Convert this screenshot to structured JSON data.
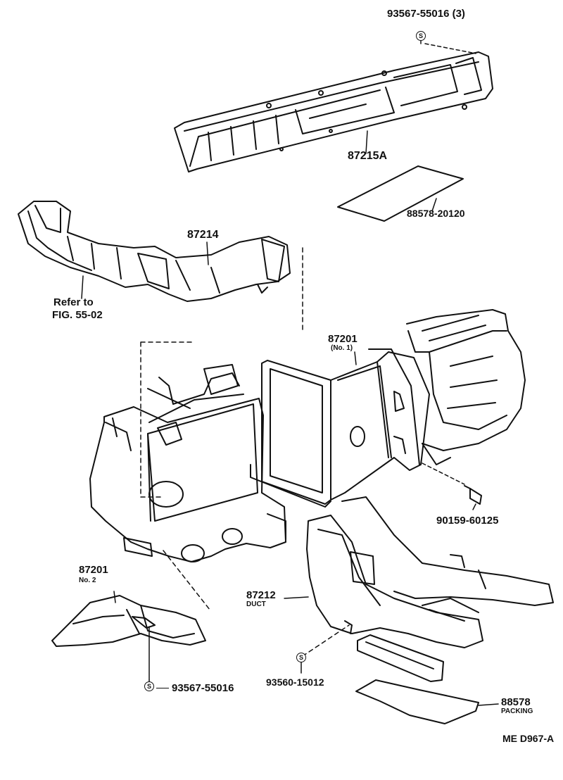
{
  "parts": {
    "top_screw": {
      "number": "93567-55016 (3)",
      "symbol": "S"
    },
    "duct_top": {
      "number": "87215A"
    },
    "pad_top": {
      "number": "88578-20120"
    },
    "duct_left": {
      "number": "87214"
    },
    "reference": {
      "line1": "Refer to",
      "line2": "FIG. 55-02"
    },
    "unit_no1": {
      "number": "87201",
      "sub": "(No. 1)"
    },
    "screw_right": {
      "number": "90159-60125"
    },
    "unit_no2": {
      "number": "87201",
      "sub": "No. 2"
    },
    "duct_bottom": {
      "number": "87212",
      "sub": "DUCT"
    },
    "screw_mid": {
      "number": "93560-15012",
      "symbol": "S"
    },
    "screw_bottom": {
      "number": "93567-55016",
      "symbol": "S"
    },
    "packing": {
      "number": "88578",
      "sub": "PACKING"
    }
  },
  "footer": {
    "code": "ME D967-A"
  },
  "colors": {
    "line": "#111111",
    "background": "#ffffff"
  }
}
